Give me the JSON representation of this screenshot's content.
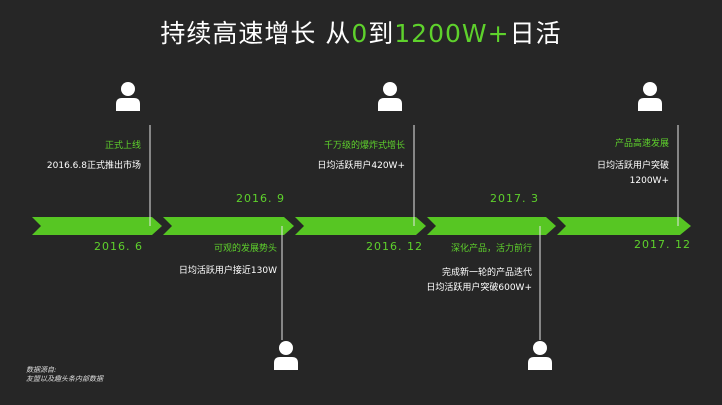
{
  "title": {
    "prefix": "持续高速增长  从",
    "zero": "0",
    "mid": "到",
    "target": "1200W+",
    "suffix": "日活"
  },
  "colors": {
    "accent": "#5ed12c",
    "background": "#262626"
  },
  "milestones": [
    {
      "date": "2016. 6",
      "heading": "正式上线",
      "detail": [
        "2016.6.8正式推出市场"
      ],
      "icon": "user-icon"
    },
    {
      "date": "2016. 9",
      "heading": "可观的发展势头",
      "detail": [
        "日均活跃用户接近130W"
      ],
      "icon": "user-icon"
    },
    {
      "date": "2016. 12",
      "heading": "千万级的爆炸式增长",
      "detail": [
        "日均活跃用户420W+"
      ],
      "icon": "user-icon"
    },
    {
      "date": "2017. 3",
      "heading": "深化产品，活力前行",
      "detail": [
        "完成新一轮的产品迭代",
        "日均活跃用户突破600W+"
      ],
      "icon": "user-icon"
    },
    {
      "date": "2017. 12",
      "heading": "产品高速发展",
      "detail": [
        "日均活跃用户突破",
        "1200W+"
      ],
      "icon": "user-icon"
    }
  ],
  "source": {
    "label": "数据源自:",
    "text": "友盟以及趣头条内部数据"
  }
}
